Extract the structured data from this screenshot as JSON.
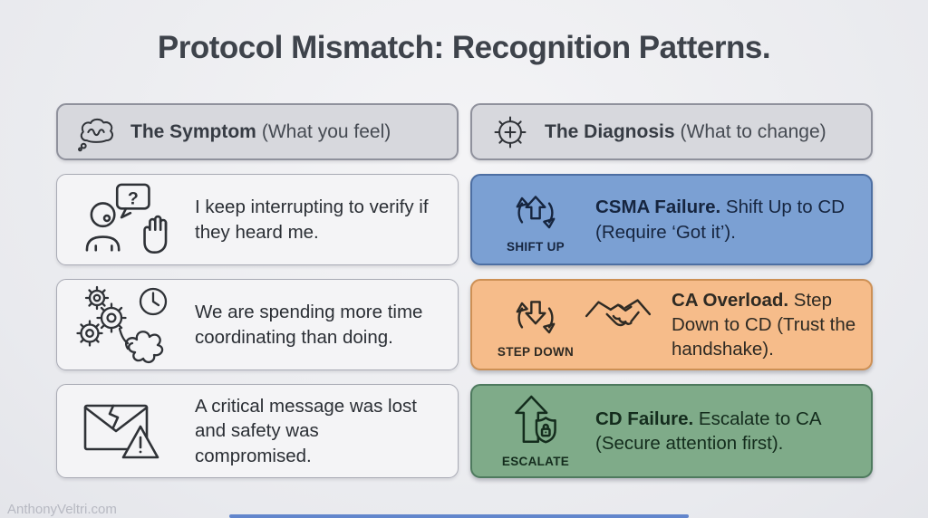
{
  "title": "Protocol Mismatch: Recognition Patterns.",
  "watermark": "AnthonyVeltri.com",
  "colors": {
    "background": "#ebecef",
    "header_fill": "#d7d8dd",
    "symptom_fill": "#f4f4f6",
    "blue_card": "#7ba0d3",
    "orange_card": "#f6bc8a",
    "green_card": "#7fab89",
    "title_text": "#3e434b",
    "bottom_bar": "#6286cc"
  },
  "headers": {
    "symptom": {
      "icon": "thought-cloud-icon",
      "bold": "The Symptom",
      "note": "(What you feel)"
    },
    "diagnosis": {
      "icon": "gear-plus-icon",
      "bold": "The Diagnosis",
      "note": "(What to change)"
    }
  },
  "rows": [
    {
      "symptom": {
        "icon": "person-question-raised-hand-icon",
        "icon_glyph": "?",
        "text": "I keep interrupting to verify if they heard me."
      },
      "diagnosis": {
        "icon": "cycle-up-arrow-icon",
        "badge": "SHIFT UP",
        "bold": "CSMA Failure.",
        "rest": " Shift Up to CD (Require ‘Got it’).",
        "accent": "#7ba0d3"
      }
    },
    {
      "symptom": {
        "icon": "gears-clock-tangle-icon",
        "text": "We are spending more time coordinating than doing."
      },
      "diagnosis": {
        "icon": "cycle-down-arrow-icon",
        "icon2": "handshake-icon",
        "badge": "STEP DOWN",
        "bold": "CA Overload.",
        "rest": " Step Down to CD (Trust the handshake).",
        "accent": "#f6bc8a"
      }
    },
    {
      "symptom": {
        "icon": "broken-envelope-warning-icon",
        "text": "A critical message was lost and safety was compromised."
      },
      "diagnosis": {
        "icon": "escalate-shield-lock-icon",
        "badge": "ESCALATE",
        "bold": "CD Failure.",
        "rest": " Escalate to CA (Secure attention first).",
        "accent": "#7fab89"
      }
    }
  ]
}
